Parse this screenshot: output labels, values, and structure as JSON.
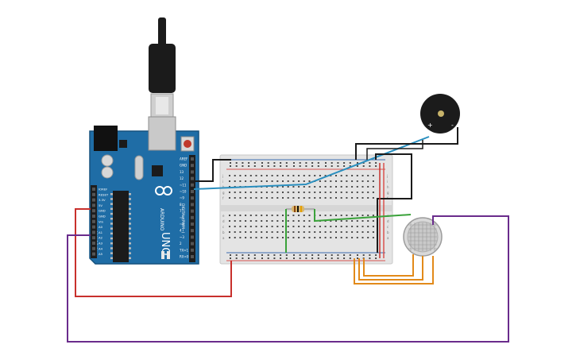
{
  "board": {
    "brand": "ARDUINO",
    "model": "UNO",
    "digital_label": "DIGITAL (PWM~)",
    "analog_label": "ANALOG IN",
    "power_label": "POWER",
    "top_pins": [
      "AREF",
      "GND",
      "13",
      "12",
      "~11",
      "~10",
      "~9",
      "8",
      "7",
      "~6",
      "~5",
      "4",
      "~3",
      "2",
      "TX>1",
      "RX<0"
    ],
    "left_pins": [
      "IOREF",
      "RESET",
      "3.3V",
      "5V",
      "GND",
      "GND",
      "Vin",
      "A0",
      "A1",
      "A2",
      "A3",
      "A4",
      "A5"
    ],
    "colors": {
      "pcb": "#1f6da6",
      "pcb_dark": "#16527e",
      "header": "#1e1e1e"
    }
  },
  "breadboard": {
    "row_letters_top": [
      "j",
      "i",
      "h",
      "g",
      "f"
    ],
    "row_letters_bottom": [
      "e",
      "d",
      "c",
      "b",
      "a"
    ],
    "colors": {
      "body": "#e4e4e4",
      "hole": "#4a4a4a",
      "rail_red": "#d9534f",
      "rail_blue": "#3b6bb0"
    }
  },
  "buzzer": {
    "plus_label": "+",
    "minus_label": "-"
  },
  "wires": {
    "colors": {
      "red": "#c8302c",
      "purple": "#6a2c8c",
      "black": "#1a1a1a",
      "blue": "#2a8fbf",
      "green": "#3aa23a",
      "orange": "#e28a1a"
    }
  }
}
